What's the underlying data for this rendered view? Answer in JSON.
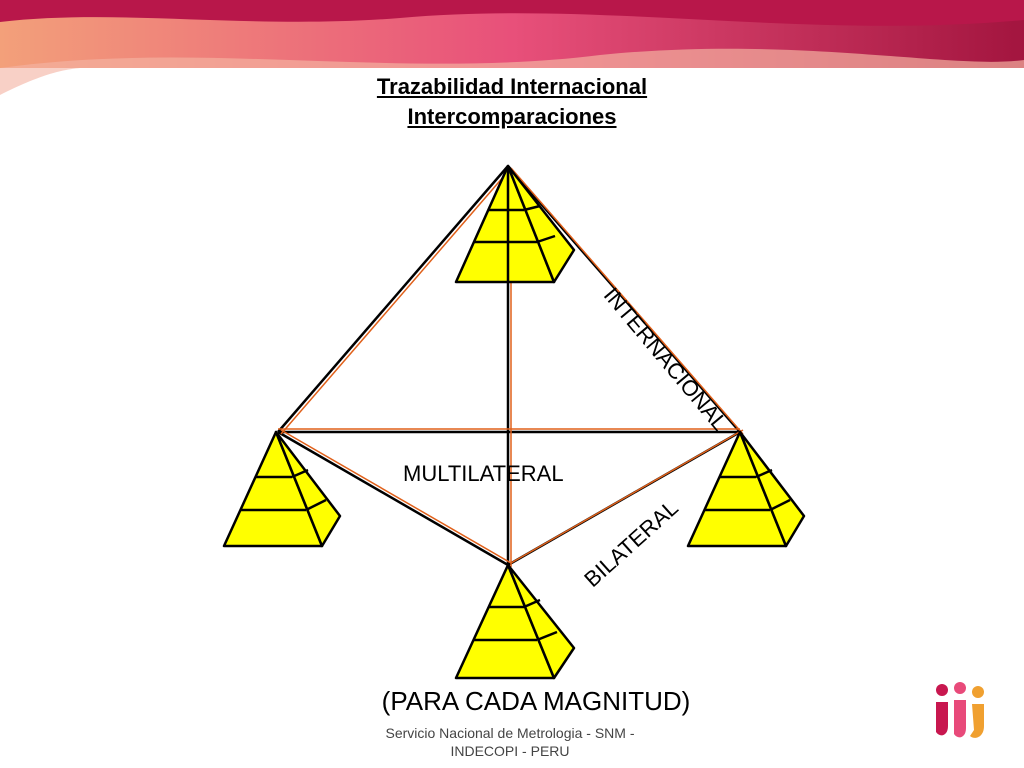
{
  "title": {
    "line1": "Trazabilidad Internacional",
    "line2": "Intercomparaciones"
  },
  "labels": {
    "international": "INTERNACIONAL",
    "multilateral": "MULTILATERAL",
    "bilateral": "BILATERAL"
  },
  "caption": "(PARA CADA MAGNITUD)",
  "footer": {
    "line1": "Servicio Nacional de Metrologia - SNM -",
    "line2": "INDECOPI - PERU"
  },
  "colors": {
    "banner_dark": "#a3153f",
    "banner_light": "#e8707f",
    "pyramid_fill": "#ffff00",
    "line_orange": "#e0601a"
  }
}
